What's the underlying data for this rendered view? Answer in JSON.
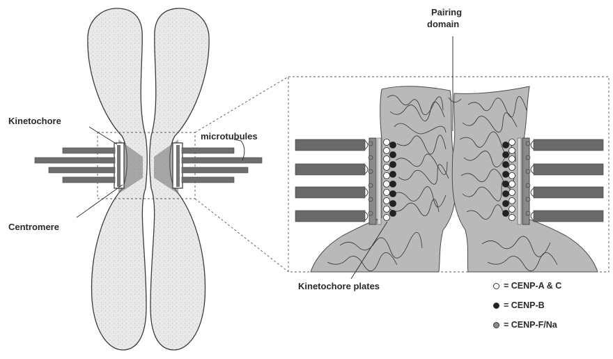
{
  "labels": {
    "kinetochore": "Kinetochore",
    "microtubules": "microtubules",
    "centromere": "Centromere",
    "pairing_domain_line1": "Pairing",
    "pairing_domain_line2": "domain",
    "kinetochore_plates": "Kinetochore plates"
  },
  "legend": [
    {
      "symbol": "open-circle",
      "text": "= CENP-A & C",
      "color": "#ffffff"
    },
    {
      "symbol": "filled-circle",
      "text": "= CENP-B",
      "color": "#222222"
    },
    {
      "symbol": "grey-circle",
      "text": "= CENP-F/Na",
      "color": "#8a8a8a"
    }
  ],
  "colors": {
    "chromosome_fill": "#e8e8e8",
    "chromatin_fill": "#b8b8b8",
    "microtubule": "#6f6f6f",
    "outline": "#333333"
  }
}
